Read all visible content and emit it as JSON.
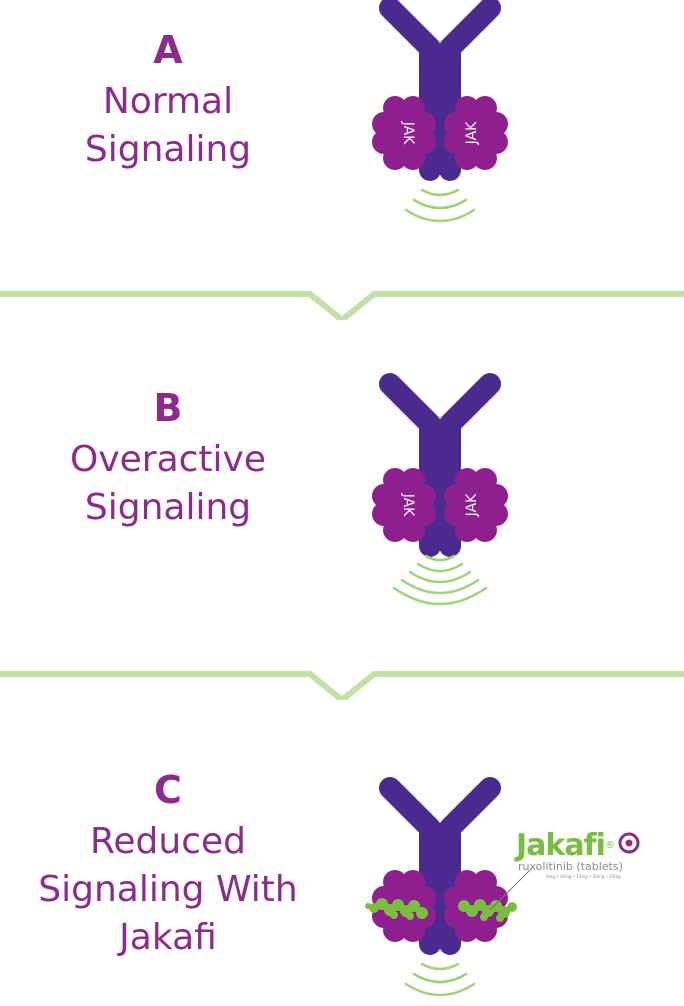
{
  "colors": {
    "receptor": "#4b2a8f",
    "jak": "#8f1f8f",
    "signal": "#9fd37a",
    "drug": "#79be3e",
    "label": "#8e2a8e",
    "divider": "#c3e0a7"
  },
  "panels": [
    {
      "letter": "A",
      "caption_lines": [
        "Normal",
        "Signaling"
      ],
      "jak_label": "JAK",
      "signal_arcs": 3
    },
    {
      "letter": "B",
      "caption_lines": [
        "Overactive",
        "Signaling"
      ],
      "jak_label": "JAK",
      "signal_arcs": 5
    },
    {
      "letter": "C",
      "caption_lines": [
        "Reduced",
        "Signaling With",
        "Jakafi"
      ],
      "jak_label": "",
      "signal_arcs": 3
    }
  ],
  "drug_logo": {
    "brand": "Jakafi",
    "registered": "®",
    "generic": "ruxolitinib (tablets)",
    "doses": "5mg • 10mg • 15mg • 20mg • 25mg"
  }
}
